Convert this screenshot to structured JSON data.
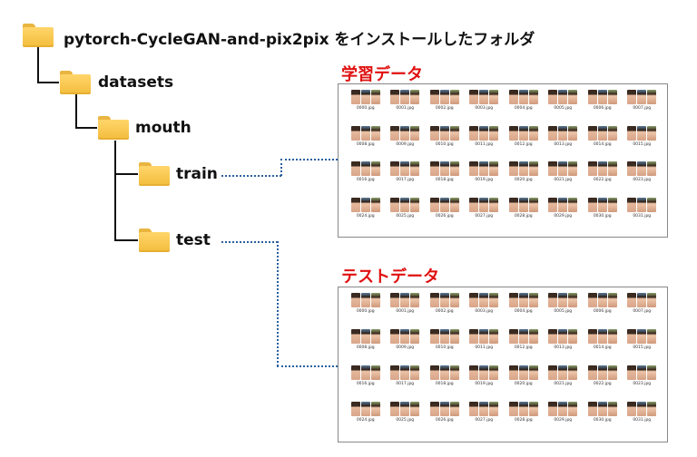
{
  "root": {
    "label": "pytorch-CycleGAN-and-pix2pix をインストールしたフォルダ",
    "icon": "folder-icon"
  },
  "datasets": {
    "label": "datasets",
    "icon": "folder-icon"
  },
  "mouth": {
    "label": "mouth",
    "icon": "folder-icon"
  },
  "train": {
    "label": "train",
    "icon": "folder-icon"
  },
  "test": {
    "label": "test",
    "icon": "folder-icon"
  },
  "train_panel": {
    "title": "学習データ",
    "files": [
      "0000.jpg",
      "0001.jpg",
      "0002.jpg",
      "0003.jpg",
      "0004.jpg",
      "0005.jpg",
      "0006.jpg",
      "0007.jpg",
      "0008.jpg",
      "0009.jpg",
      "0010.jpg",
      "0011.jpg",
      "0012.jpg",
      "0013.jpg",
      "0014.jpg",
      "0015.jpg",
      "0016.jpg",
      "0017.jpg",
      "0018.jpg",
      "0019.jpg",
      "0020.jpg",
      "0021.jpg",
      "0022.jpg",
      "0023.jpg",
      "0024.jpg",
      "0025.jpg",
      "0026.jpg",
      "0027.jpg",
      "0028.jpg",
      "0029.jpg",
      "0030.jpg",
      "0031.jpg"
    ]
  },
  "test_panel": {
    "title": "テストデータ",
    "files": [
      "0000.jpg",
      "0001.jpg",
      "0002.jpg",
      "0003.jpg",
      "0004.jpg",
      "0005.jpg",
      "0006.jpg",
      "0007.jpg",
      "0008.jpg",
      "0009.jpg",
      "0010.jpg",
      "0011.jpg",
      "0012.jpg",
      "0013.jpg",
      "0014.jpg",
      "0015.jpg",
      "0016.jpg",
      "0017.jpg",
      "0018.jpg",
      "0019.jpg",
      "0020.jpg",
      "0021.jpg",
      "0022.jpg",
      "0023.jpg",
      "0024.jpg",
      "0025.jpg",
      "0026.jpg",
      "0027.jpg",
      "0028.jpg",
      "0029.jpg",
      "0030.jpg",
      "0031.jpg"
    ]
  },
  "colors": {
    "title_red": "#e01010",
    "folder": "#f3bd3c",
    "connector": "#2a5f9e"
  }
}
